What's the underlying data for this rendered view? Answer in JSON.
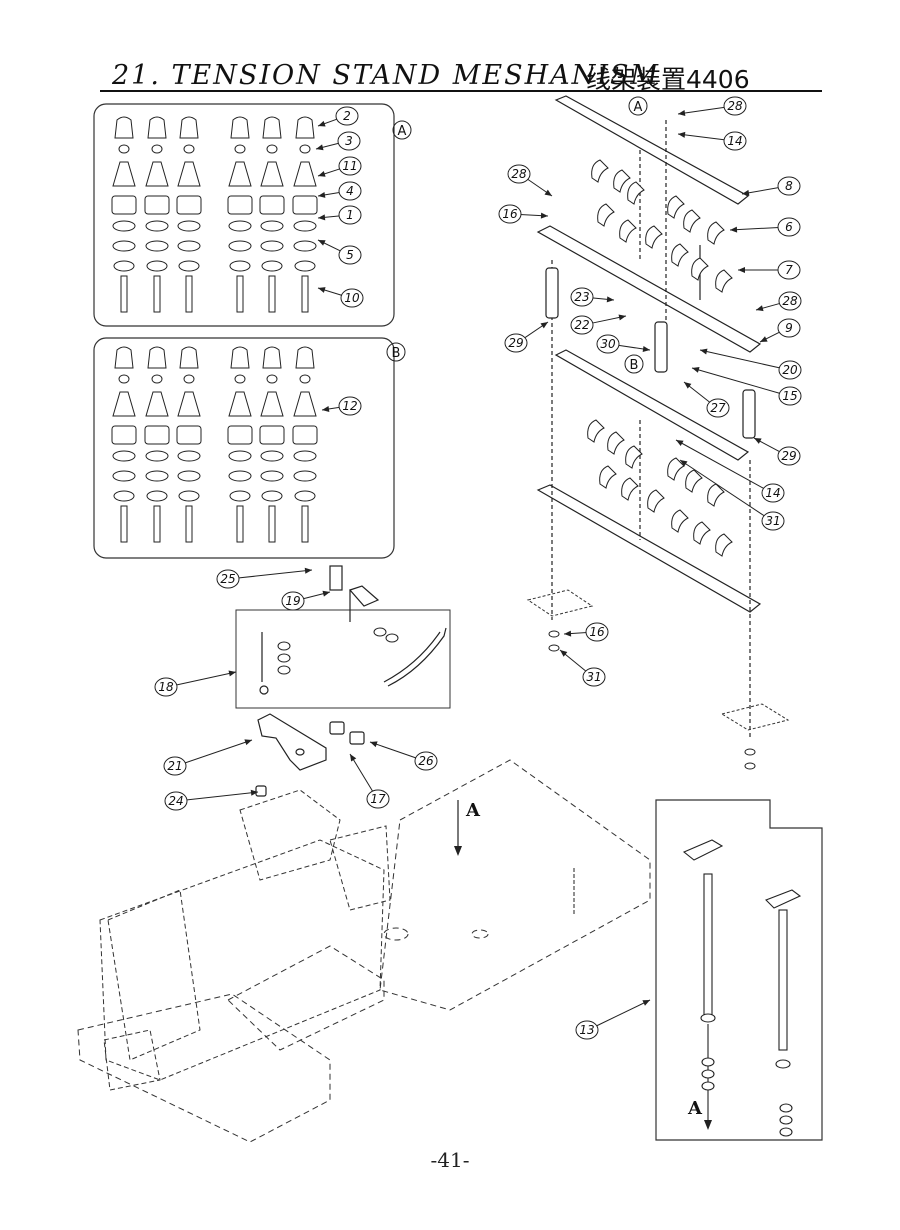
{
  "title": {
    "en": "21. TENSION STAND MESHANISM",
    "cn": "线架装置4406"
  },
  "page_number": "-41-",
  "group_letters": {
    "a": "A",
    "b": "B"
  },
  "view_markers": {
    "top": "A",
    "bottom": "A"
  },
  "callouts": {
    "n2": "2",
    "n3": "3",
    "n11": "11",
    "n4": "4",
    "n1": "1",
    "n5": "5",
    "n10": "10",
    "n12": "12",
    "n28a": "28",
    "n14a": "14",
    "n28b": "28",
    "n16a": "16",
    "n8": "8",
    "n6": "6",
    "n7": "7",
    "n23": "23",
    "n28c": "28",
    "n22": "22",
    "n9": "9",
    "n29a": "29",
    "n30": "30",
    "n20": "20",
    "n15": "15",
    "n27": "27",
    "n29b": "29",
    "n14b": "14",
    "n31a": "31",
    "n25": "25",
    "n19": "19",
    "n16b": "16",
    "n31b": "31",
    "n18": "18",
    "n21": "21",
    "n26": "26",
    "n17": "17",
    "n24": "24",
    "n13": "13"
  }
}
